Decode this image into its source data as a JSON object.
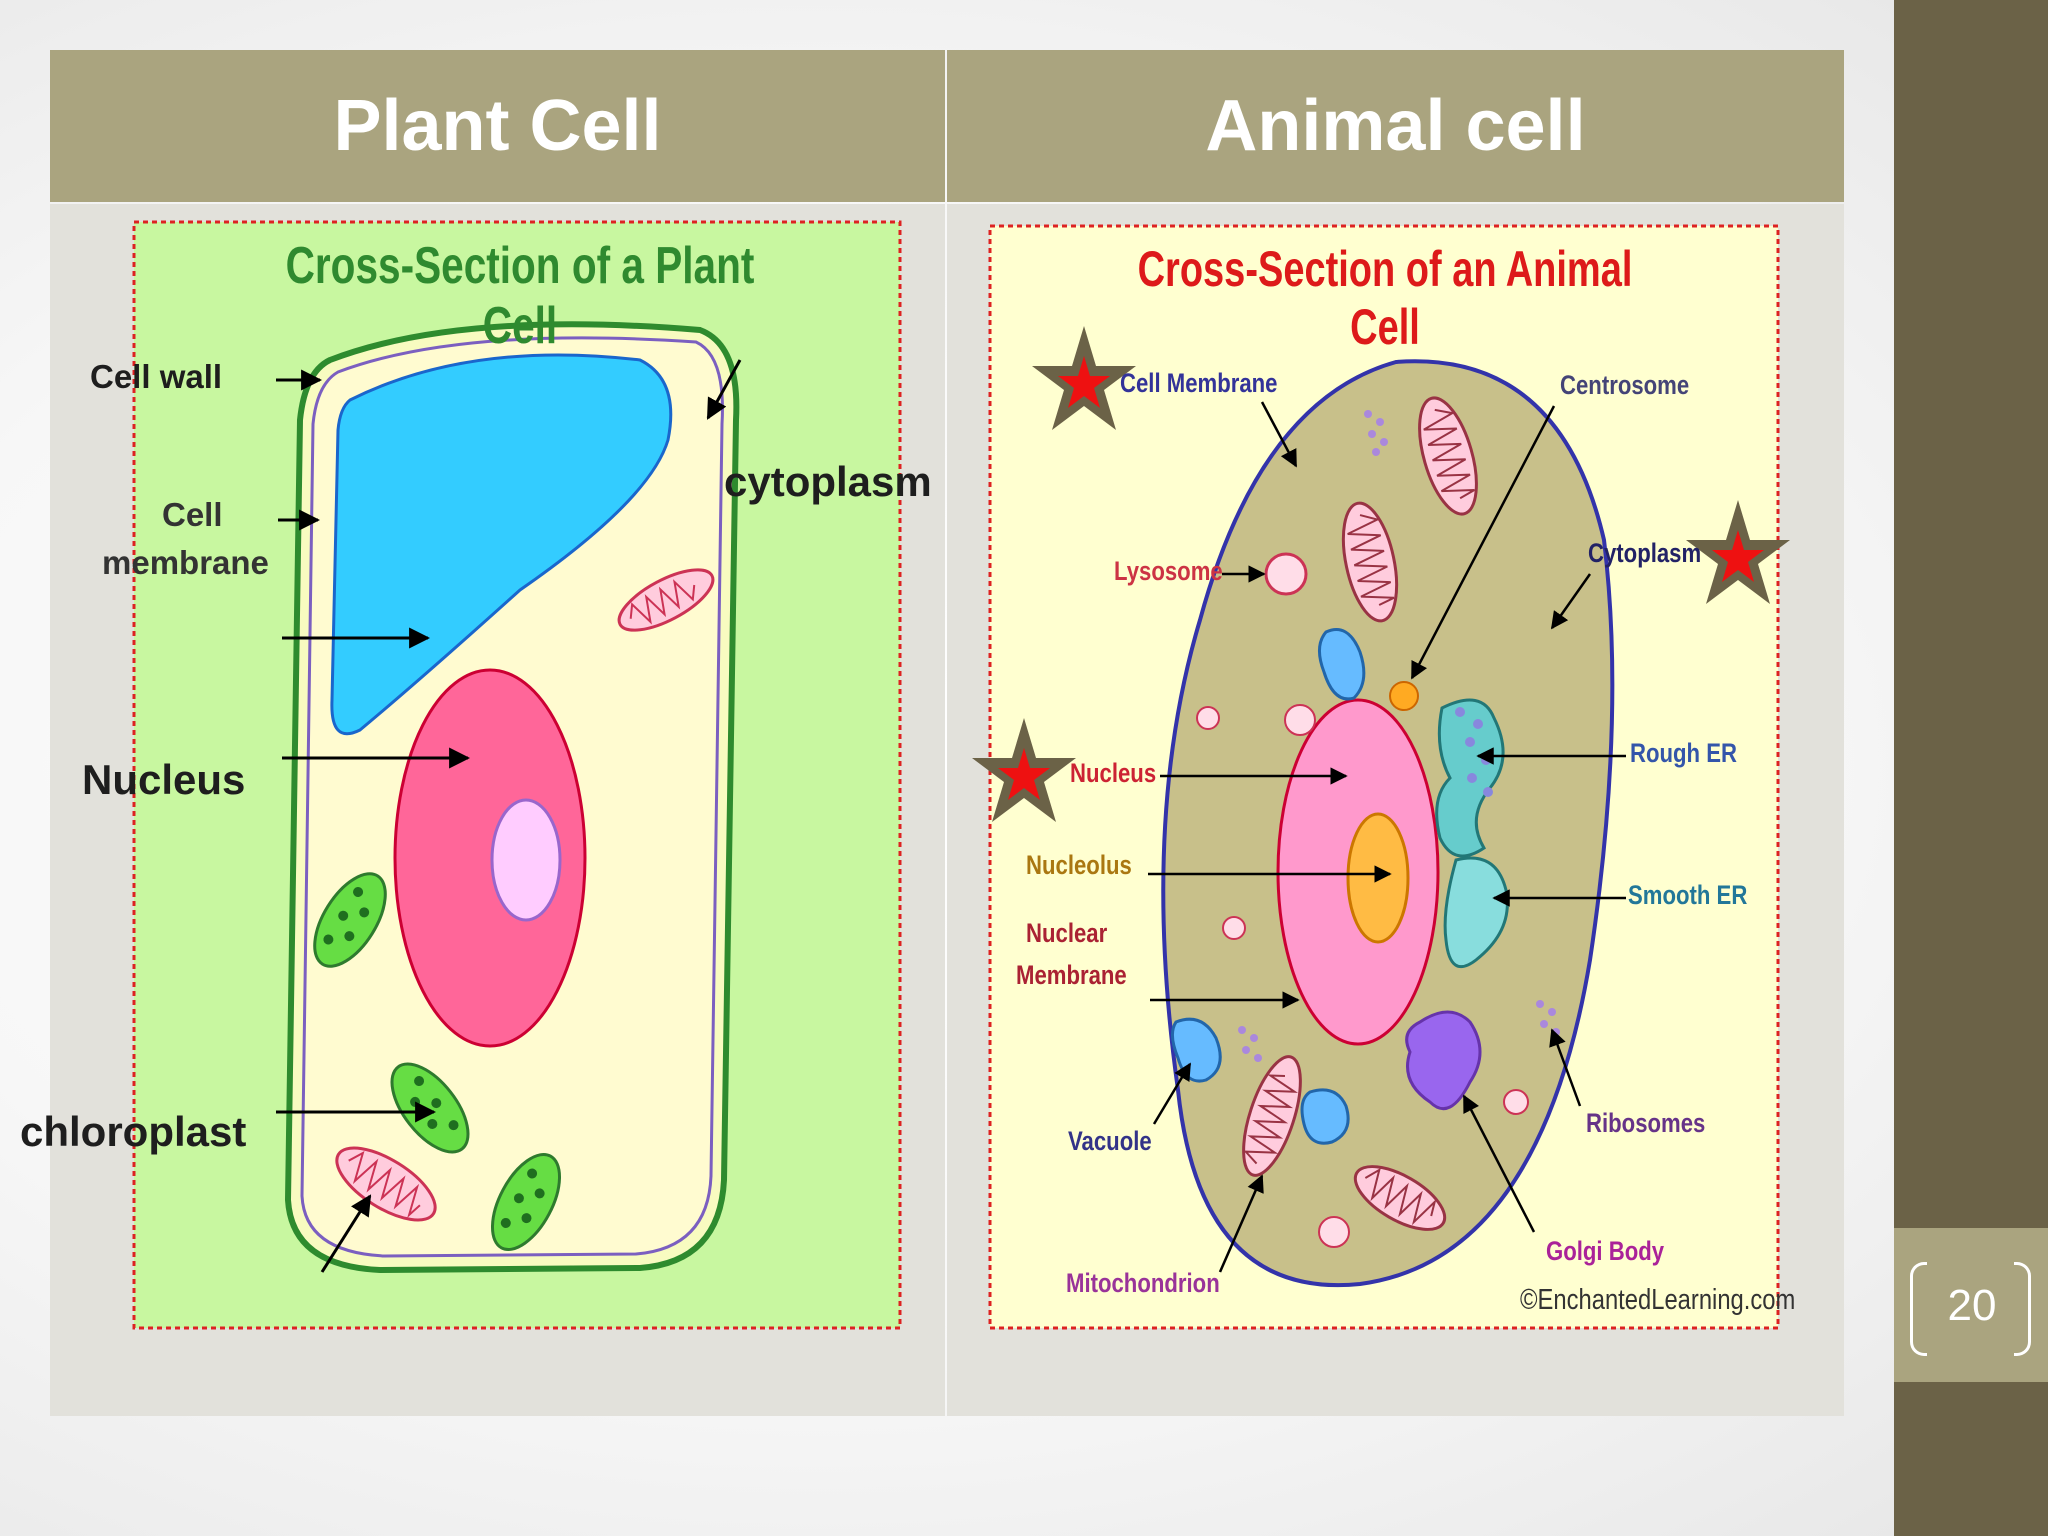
{
  "table": {
    "headers": [
      "Plant Cell",
      "Animal cell"
    ]
  },
  "plant": {
    "title": "Cross-Section of a Plant Cell",
    "labels": {
      "cell_wall": "Cell wall",
      "cell_membrane_1": "Cell",
      "cell_membrane_2": "membrane",
      "cytoplasm": "cytoplasm",
      "nucleus": "Nucleus",
      "chloroplast": "chloroplast"
    }
  },
  "animal": {
    "title": "Cross-Section of an Animal Cell",
    "labels": {
      "cell_membrane": "Cell Membrane",
      "centrosome": "Centrosome",
      "lysosome": "Lysosome",
      "cytoplasm": "Cytoplasm",
      "nucleus": "Nucleus",
      "rough_er": "Rough ER",
      "nucleolus": "Nucleolus",
      "smooth_er": "Smooth ER",
      "nuclear_membrane_1": "Nuclear",
      "nuclear_membrane_2": "Membrane",
      "vacuole": "Vacuole",
      "ribosomes": "Ribosomes",
      "golgi_body": "Golgi Body",
      "mitochondrion": "Mitochondrion",
      "credit": "©EnchantedLearning.com"
    }
  },
  "slide": {
    "page_number": "20"
  },
  "colors": {
    "header_bg": "#aaa47f",
    "cell_bg": "#e2e1db",
    "sidebar": "#6b6247",
    "plant_bg": "#c8f7a0",
    "plant_title": "#2f8a2f",
    "animal_title": "#dd1a1a",
    "star": "#ee1111"
  }
}
